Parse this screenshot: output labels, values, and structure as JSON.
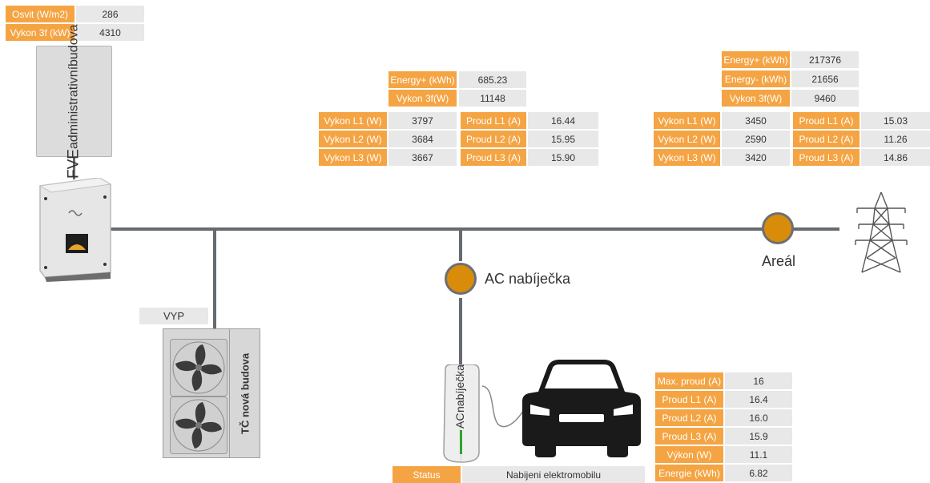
{
  "colors": {
    "label_bg": "#f5a443",
    "value_bg": "#e8e8e8",
    "meter_fill": "#d98c0a",
    "wire": "#666b70"
  },
  "fve": {
    "osvit_label": "Osvit (W/m2)",
    "osvit_value": "286",
    "vykon_label": "Vykon 3f (kW)",
    "vykon_value": "4310",
    "title_line1": "FVE",
    "title_line2": "administrativní",
    "title_line3": "budova"
  },
  "ac_meter": {
    "energy_label": "Energy+ (kWh)",
    "energy_value": "685.23",
    "vykon3f_label": "Vykon 3f(W)",
    "vykon3f_value": "11148",
    "rows": [
      {
        "p_label": "Vykon L1 (W)",
        "p_value": "3797",
        "i_label": "Proud L1 (A)",
        "i_value": "16.44"
      },
      {
        "p_label": "Vykon L2 (W)",
        "p_value": "3684",
        "i_label": "Proud L2 (A)",
        "i_value": "15.95"
      },
      {
        "p_label": "Vykon L3 (W)",
        "p_value": "3667",
        "i_label": "Proud L3 (A)",
        "i_value": "15.90"
      }
    ],
    "name": "AC nabíječka"
  },
  "areal": {
    "energy_plus_label": "Energy+ (kWh)",
    "energy_plus_value": "217376",
    "energy_minus_label": "Energy- (kWh)",
    "energy_minus_value": "21656",
    "vykon3f_label": "Vykon 3f(W)",
    "vykon3f_value": "9460",
    "rows": [
      {
        "p_label": "Vykon L1 (W)",
        "p_value": "3450",
        "i_label": "Proud L1 (A)",
        "i_value": "15.03"
      },
      {
        "p_label": "Vykon L2 (W)",
        "p_value": "2590",
        "i_label": "Proud L2 (A)",
        "i_value": "11.26"
      },
      {
        "p_label": "Vykon L3 (W)",
        "p_value": "3420",
        "i_label": "Proud L3 (A)",
        "i_value": "14.86"
      }
    ],
    "name": "Areál"
  },
  "heatpump": {
    "state": "VYP",
    "name": "TČ nová budova"
  },
  "charger": {
    "label_line1": "AC",
    "label_line2": "nabíječka",
    "status_label": "Status",
    "status_value": "Nabijeni elektromobilu",
    "details": [
      {
        "label": "Max. proud (A)",
        "value": "16"
      },
      {
        "label": "Proud L1 (A)",
        "value": "16.4"
      },
      {
        "label": "Proud L2 (A)",
        "value": "16.0"
      },
      {
        "label": "Proud L3 (A)",
        "value": "15.9"
      },
      {
        "label": "Výkon (W)",
        "value": "11.1"
      },
      {
        "label": "Energie (kWh)",
        "value": "6.82"
      }
    ]
  },
  "icons": [
    "inverter-icon",
    "grid-pylon-icon",
    "fan-icon",
    "car-icon",
    "charger-icon",
    "meter-icon"
  ]
}
